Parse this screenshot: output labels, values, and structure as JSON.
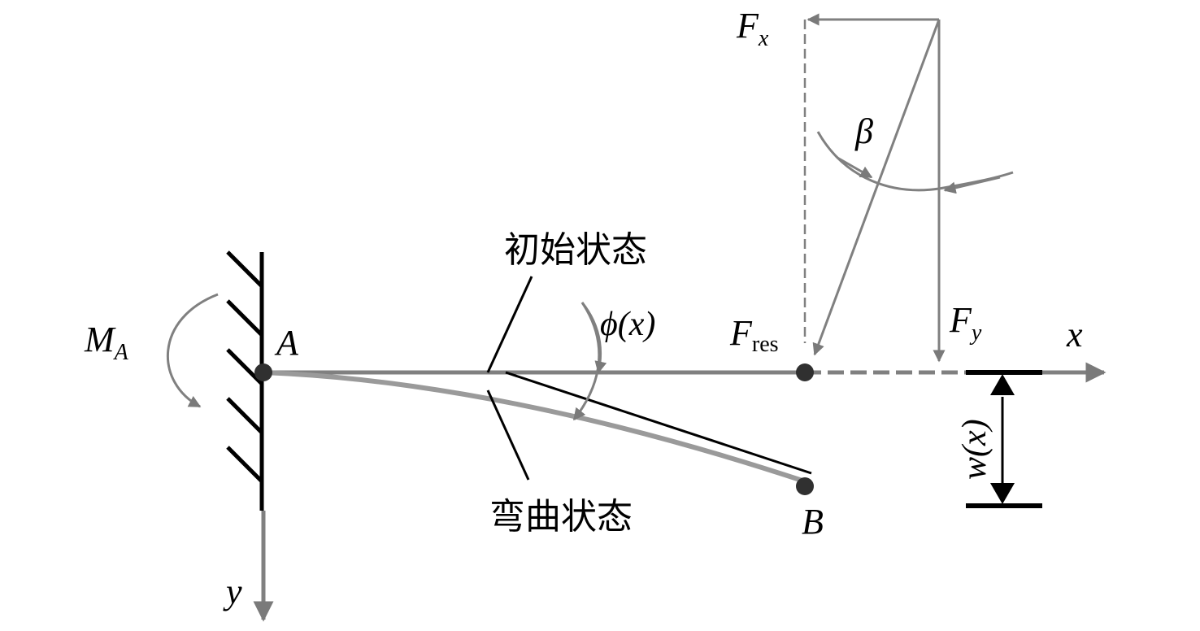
{
  "labels": {
    "Fx": "F",
    "Fx_sub": "x",
    "Fy": "F",
    "Fy_sub": "y",
    "Fres": "F",
    "Fres_sub": "res",
    "beta": "β",
    "phi": "ϕ(x)",
    "MA": "M",
    "MA_sub": "A",
    "A": "A",
    "B": "B",
    "x_axis": "x",
    "y_axis": "y",
    "w": "w(x)",
    "initial_state": "初始状态",
    "bent_state": "弯曲状态"
  },
  "colors": {
    "gray": "#808080",
    "dark": "#303030",
    "black": "#000000"
  }
}
